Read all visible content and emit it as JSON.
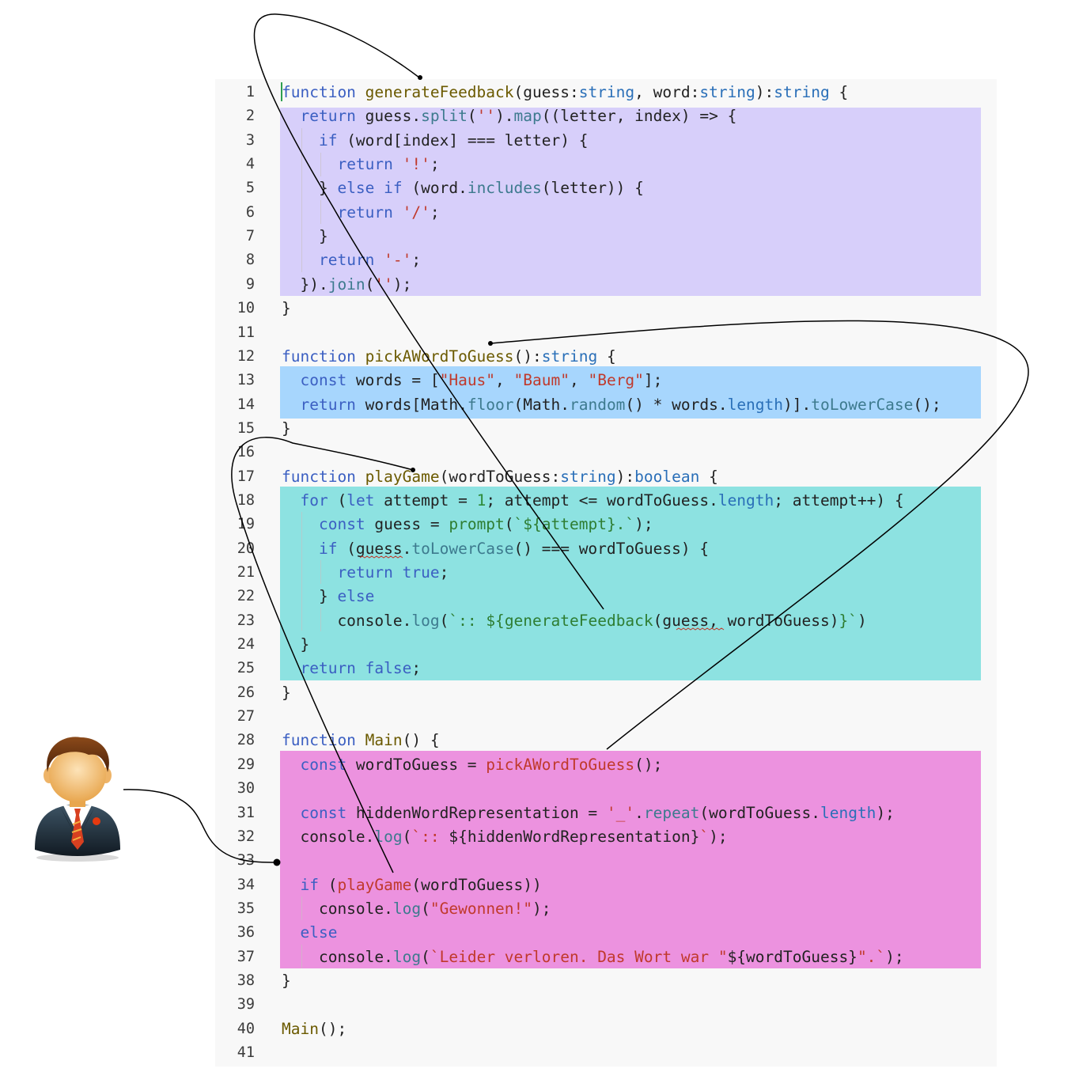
{
  "editor": {
    "highlight_colors": {
      "generateFeedback": "#d7cffa",
      "pickAWordToGuess": "#a7d6fd",
      "playGame": "#8de2e1",
      "Main": "#ec92df"
    },
    "token_colors": {
      "kw": "#3b5fc2",
      "fn": "#6b5a00",
      "ty": "#2a6fb8",
      "str": "#c0392b",
      "num": "#2e8b3a",
      "mth": "#3d7a8e",
      "tpl": "#2e7d32",
      "pl": "#222222"
    },
    "lines": [
      {
        "n": "1",
        "segs": [
          [
            "kw",
            "function"
          ],
          [
            "pl",
            " "
          ],
          [
            "fn",
            "generateFeedback"
          ],
          [
            "pl",
            "(guess:"
          ],
          [
            "ty",
            "string"
          ],
          [
            "pl",
            ", word:"
          ],
          [
            "ty",
            "string"
          ],
          [
            "pl",
            "):"
          ],
          [
            "ty",
            "string"
          ],
          [
            "pl",
            " {"
          ]
        ]
      },
      {
        "n": "2",
        "segs": [
          [
            "pl",
            "  "
          ],
          [
            "kw",
            "return"
          ],
          [
            "pl",
            " guess."
          ],
          [
            "mth",
            "split"
          ],
          [
            "pl",
            "("
          ],
          [
            "str",
            "''"
          ],
          [
            "pl",
            ")."
          ],
          [
            "mth",
            "map"
          ],
          [
            "pl",
            "((letter, index) => {"
          ]
        ]
      },
      {
        "n": "3",
        "segs": [
          [
            "pl",
            "    "
          ],
          [
            "kw",
            "if"
          ],
          [
            "pl",
            " (word[index] === letter) {"
          ]
        ]
      },
      {
        "n": "4",
        "segs": [
          [
            "pl",
            "      "
          ],
          [
            "kw",
            "return"
          ],
          [
            "pl",
            " "
          ],
          [
            "str",
            "'!'"
          ],
          [
            "pl",
            ";"
          ]
        ]
      },
      {
        "n": "5",
        "segs": [
          [
            "pl",
            "    } "
          ],
          [
            "kw",
            "else if"
          ],
          [
            "pl",
            " (word."
          ],
          [
            "mth",
            "includes"
          ],
          [
            "pl",
            "(letter)) {"
          ]
        ]
      },
      {
        "n": "6",
        "segs": [
          [
            "pl",
            "      "
          ],
          [
            "kw",
            "return"
          ],
          [
            "pl",
            " "
          ],
          [
            "str",
            "'/'"
          ],
          [
            "pl",
            ";"
          ]
        ]
      },
      {
        "n": "7",
        "segs": [
          [
            "pl",
            "    }"
          ]
        ]
      },
      {
        "n": "8",
        "segs": [
          [
            "pl",
            "    "
          ],
          [
            "kw",
            "return"
          ],
          [
            "pl",
            " "
          ],
          [
            "str",
            "'-'"
          ],
          [
            "pl",
            ";"
          ]
        ]
      },
      {
        "n": "9",
        "segs": [
          [
            "pl",
            "  })."
          ],
          [
            "mth",
            "join"
          ],
          [
            "pl",
            "("
          ],
          [
            "str",
            "''"
          ],
          [
            "pl",
            ");"
          ]
        ]
      },
      {
        "n": "10",
        "segs": [
          [
            "pl",
            "}"
          ]
        ]
      },
      {
        "n": "11",
        "segs": []
      },
      {
        "n": "12",
        "segs": [
          [
            "kw",
            "function"
          ],
          [
            "pl",
            " "
          ],
          [
            "fn",
            "pickAWordToGuess"
          ],
          [
            "pl",
            "():"
          ],
          [
            "ty",
            "string"
          ],
          [
            "pl",
            " {"
          ]
        ]
      },
      {
        "n": "13",
        "segs": [
          [
            "pl",
            "  "
          ],
          [
            "kw",
            "const"
          ],
          [
            "pl",
            " words = ["
          ],
          [
            "str",
            "\"Haus\""
          ],
          [
            "pl",
            ", "
          ],
          [
            "str",
            "\"Baum\""
          ],
          [
            "pl",
            ", "
          ],
          [
            "str",
            "\"Berg\""
          ],
          [
            "pl",
            "];"
          ]
        ]
      },
      {
        "n": "14",
        "segs": [
          [
            "pl",
            "  "
          ],
          [
            "kw",
            "return"
          ],
          [
            "pl",
            " words[Math."
          ],
          [
            "mth",
            "floor"
          ],
          [
            "pl",
            "(Math."
          ],
          [
            "mth",
            "random"
          ],
          [
            "pl",
            "() * words."
          ],
          [
            "ty",
            "length"
          ],
          [
            "pl",
            ")]."
          ],
          [
            "mth",
            "toLowerCase"
          ],
          [
            "pl",
            "();"
          ]
        ]
      },
      {
        "n": "15",
        "segs": [
          [
            "pl",
            "}"
          ]
        ]
      },
      {
        "n": "16",
        "segs": []
      },
      {
        "n": "17",
        "segs": [
          [
            "kw",
            "function"
          ],
          [
            "pl",
            " "
          ],
          [
            "fn",
            "playGame"
          ],
          [
            "pl",
            "(wordToGuess:"
          ],
          [
            "ty",
            "string"
          ],
          [
            "pl",
            "):"
          ],
          [
            "ty",
            "boolean"
          ],
          [
            "pl",
            " {"
          ]
        ]
      },
      {
        "n": "18",
        "segs": [
          [
            "pl",
            "  "
          ],
          [
            "kw",
            "for"
          ],
          [
            "pl",
            " ("
          ],
          [
            "kw",
            "let"
          ],
          [
            "pl",
            " attempt = "
          ],
          [
            "num",
            "1"
          ],
          [
            "pl",
            "; attempt <= wordToGuess."
          ],
          [
            "ty",
            "length"
          ],
          [
            "pl",
            "; attempt++) {"
          ]
        ]
      },
      {
        "n": "19",
        "segs": [
          [
            "pl",
            "    "
          ],
          [
            "kw",
            "const"
          ],
          [
            "pl",
            " guess = "
          ],
          [
            "tpl",
            "prompt"
          ],
          [
            "pl",
            "("
          ],
          [
            "tpl",
            "`${attempt}.`"
          ],
          [
            "pl",
            ");"
          ]
        ]
      },
      {
        "n": "20",
        "segs": [
          [
            "pl",
            "    "
          ],
          [
            "kw",
            "if"
          ],
          [
            "pl",
            " (guess."
          ],
          [
            "mth",
            "toLowerCase"
          ],
          [
            "pl",
            "() === wordToGuess) {"
          ]
        ]
      },
      {
        "n": "21",
        "segs": [
          [
            "pl",
            "      "
          ],
          [
            "kw",
            "return true"
          ],
          [
            "pl",
            ";"
          ]
        ]
      },
      {
        "n": "22",
        "segs": [
          [
            "pl",
            "    } "
          ],
          [
            "kw",
            "else"
          ]
        ]
      },
      {
        "n": "23",
        "segs": [
          [
            "pl",
            "      console."
          ],
          [
            "mth",
            "log"
          ],
          [
            "pl",
            "("
          ],
          [
            "tpl",
            "`:: ${"
          ],
          [
            "tpl",
            "generateFeedback"
          ],
          [
            "pl",
            "(guess, wordToGuess)"
          ],
          [
            "tpl",
            "}`"
          ],
          [
            "pl",
            ")"
          ]
        ]
      },
      {
        "n": "24",
        "segs": [
          [
            "pl",
            "  }"
          ]
        ]
      },
      {
        "n": "25",
        "segs": [
          [
            "pl",
            "  "
          ],
          [
            "kw",
            "return false"
          ],
          [
            "pl",
            ";"
          ]
        ]
      },
      {
        "n": "26",
        "segs": [
          [
            "pl",
            "}"
          ]
        ]
      },
      {
        "n": "27",
        "segs": []
      },
      {
        "n": "28",
        "segs": [
          [
            "kw",
            "function"
          ],
          [
            "pl",
            " "
          ],
          [
            "fn",
            "Main"
          ],
          [
            "pl",
            "() {"
          ]
        ]
      },
      {
        "n": "29",
        "segs": [
          [
            "pl",
            "  "
          ],
          [
            "kw",
            "const"
          ],
          [
            "pl",
            " wordToGuess = "
          ],
          [
            "str",
            "pickAWordToGuess"
          ],
          [
            "pl",
            "();"
          ]
        ]
      },
      {
        "n": "30",
        "segs": []
      },
      {
        "n": "31",
        "segs": [
          [
            "pl",
            "  "
          ],
          [
            "kw",
            "const"
          ],
          [
            "pl",
            " hiddenWordRepresentation = "
          ],
          [
            "str",
            "'_'"
          ],
          [
            "pl",
            "."
          ],
          [
            "mth",
            "repeat"
          ],
          [
            "pl",
            "(wordToGuess."
          ],
          [
            "ty",
            "length"
          ],
          [
            "pl",
            ");"
          ]
        ]
      },
      {
        "n": "32",
        "segs": [
          [
            "pl",
            "  console."
          ],
          [
            "mth",
            "log"
          ],
          [
            "pl",
            "("
          ],
          [
            "str",
            "`:: "
          ],
          [
            "pl",
            "${hiddenWordRepresentation}"
          ],
          [
            "str",
            "`"
          ],
          [
            "pl",
            ");"
          ]
        ]
      },
      {
        "n": "33",
        "segs": []
      },
      {
        "n": "34",
        "segs": [
          [
            "pl",
            "  "
          ],
          [
            "kw",
            "if"
          ],
          [
            "pl",
            " ("
          ],
          [
            "str",
            "playGame"
          ],
          [
            "pl",
            "(wordToGuess))"
          ]
        ]
      },
      {
        "n": "35",
        "segs": [
          [
            "pl",
            "    console."
          ],
          [
            "mth",
            "log"
          ],
          [
            "pl",
            "("
          ],
          [
            "str",
            "\"Gewonnen!\""
          ],
          [
            "pl",
            ");"
          ]
        ]
      },
      {
        "n": "36",
        "segs": [
          [
            "pl",
            "  "
          ],
          [
            "kw",
            "else"
          ]
        ]
      },
      {
        "n": "37",
        "segs": [
          [
            "pl",
            "    console."
          ],
          [
            "mth",
            "log"
          ],
          [
            "pl",
            "("
          ],
          [
            "str",
            "`Leider verloren. Das Wort war \""
          ],
          [
            "pl",
            "${wordToGuess}"
          ],
          [
            "str",
            "\".`"
          ],
          [
            "pl",
            ");"
          ]
        ]
      },
      {
        "n": "38",
        "segs": [
          [
            "pl",
            "}"
          ]
        ]
      },
      {
        "n": "39",
        "segs": []
      },
      {
        "n": "40",
        "segs": [
          [
            "fn",
            "Main"
          ],
          [
            "pl",
            "();"
          ]
        ]
      },
      {
        "n": "41",
        "segs": []
      }
    ]
  },
  "user_icon": "user-avatar-icon"
}
